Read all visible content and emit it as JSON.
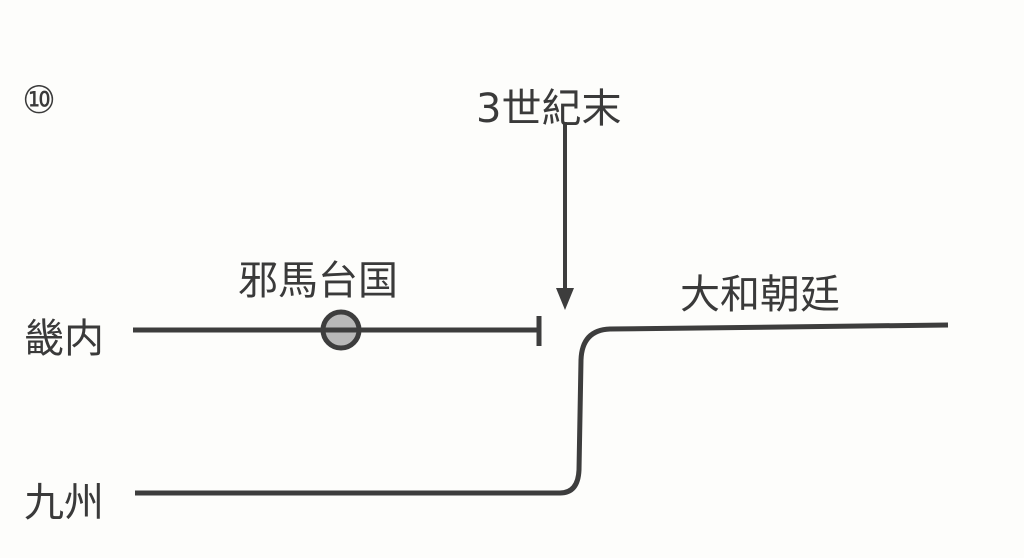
{
  "figure_number": "⑩",
  "event_label": "3世紀末",
  "regions": {
    "kinai": "畿内",
    "kyushu": "九州"
  },
  "states": {
    "yamatai": "邪馬台国",
    "yamato": "大和朝廷"
  },
  "colors": {
    "line": "#3d3d3d",
    "marker_fill": "#b0b0b0"
  }
}
